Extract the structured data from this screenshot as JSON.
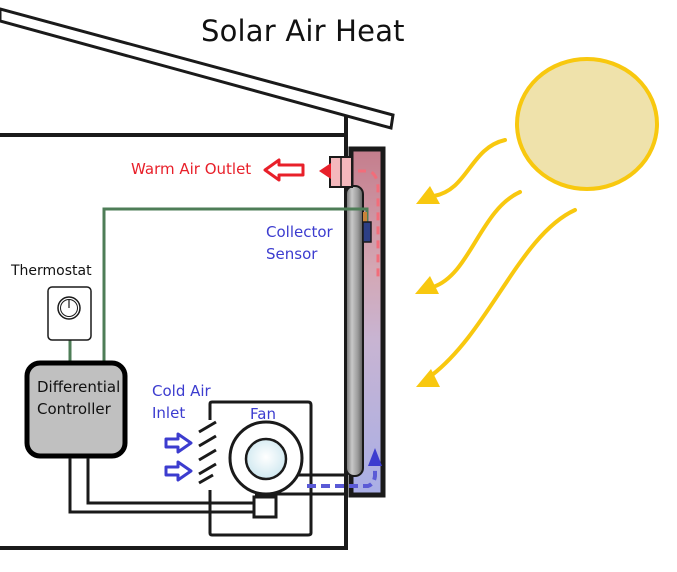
{
  "title": "Solar Air Heat",
  "labels": {
    "warm_air_outlet": "Warm Air Outlet",
    "collector_sensor_line1": "Collector",
    "collector_sensor_line2": "Sensor",
    "thermostat": "Thermostat",
    "controller_line1": "Differential",
    "controller_line2": "Controller",
    "cold_air_inlet_line1": "Cold Air",
    "cold_air_inlet_line2": "Inlet",
    "fan": "Fan"
  },
  "colors": {
    "warm_air": "#e8202a",
    "cold_air": "#3c3ccf",
    "sensor_wire": "#4e7d57",
    "sun_fill": "#efe2ab",
    "sun_stroke": "#f8c80f",
    "collector_top": "#c78591",
    "collector_bottom": "#aeb3e4",
    "controller_fill": "#c0c0c0",
    "outline": "#1a1a1a"
  },
  "components": [
    "roof",
    "house-wall",
    "solar-collector",
    "warm-air-outlet-duct",
    "collector-sensor",
    "thermostat",
    "differential-controller",
    "fan",
    "cold-air-inlet-louvers",
    "sun",
    "sun-rays"
  ],
  "connections": [
    {
      "from": "thermostat",
      "to": "differential-controller",
      "type": "wire"
    },
    {
      "from": "collector-sensor",
      "to": "differential-controller",
      "type": "wire"
    },
    {
      "from": "differential-controller",
      "to": "fan",
      "type": "power"
    },
    {
      "from": "fan",
      "to": "solar-collector",
      "type": "cold-air-flow"
    },
    {
      "from": "solar-collector",
      "to": "warm-air-outlet",
      "type": "warm-air-flow"
    }
  ]
}
